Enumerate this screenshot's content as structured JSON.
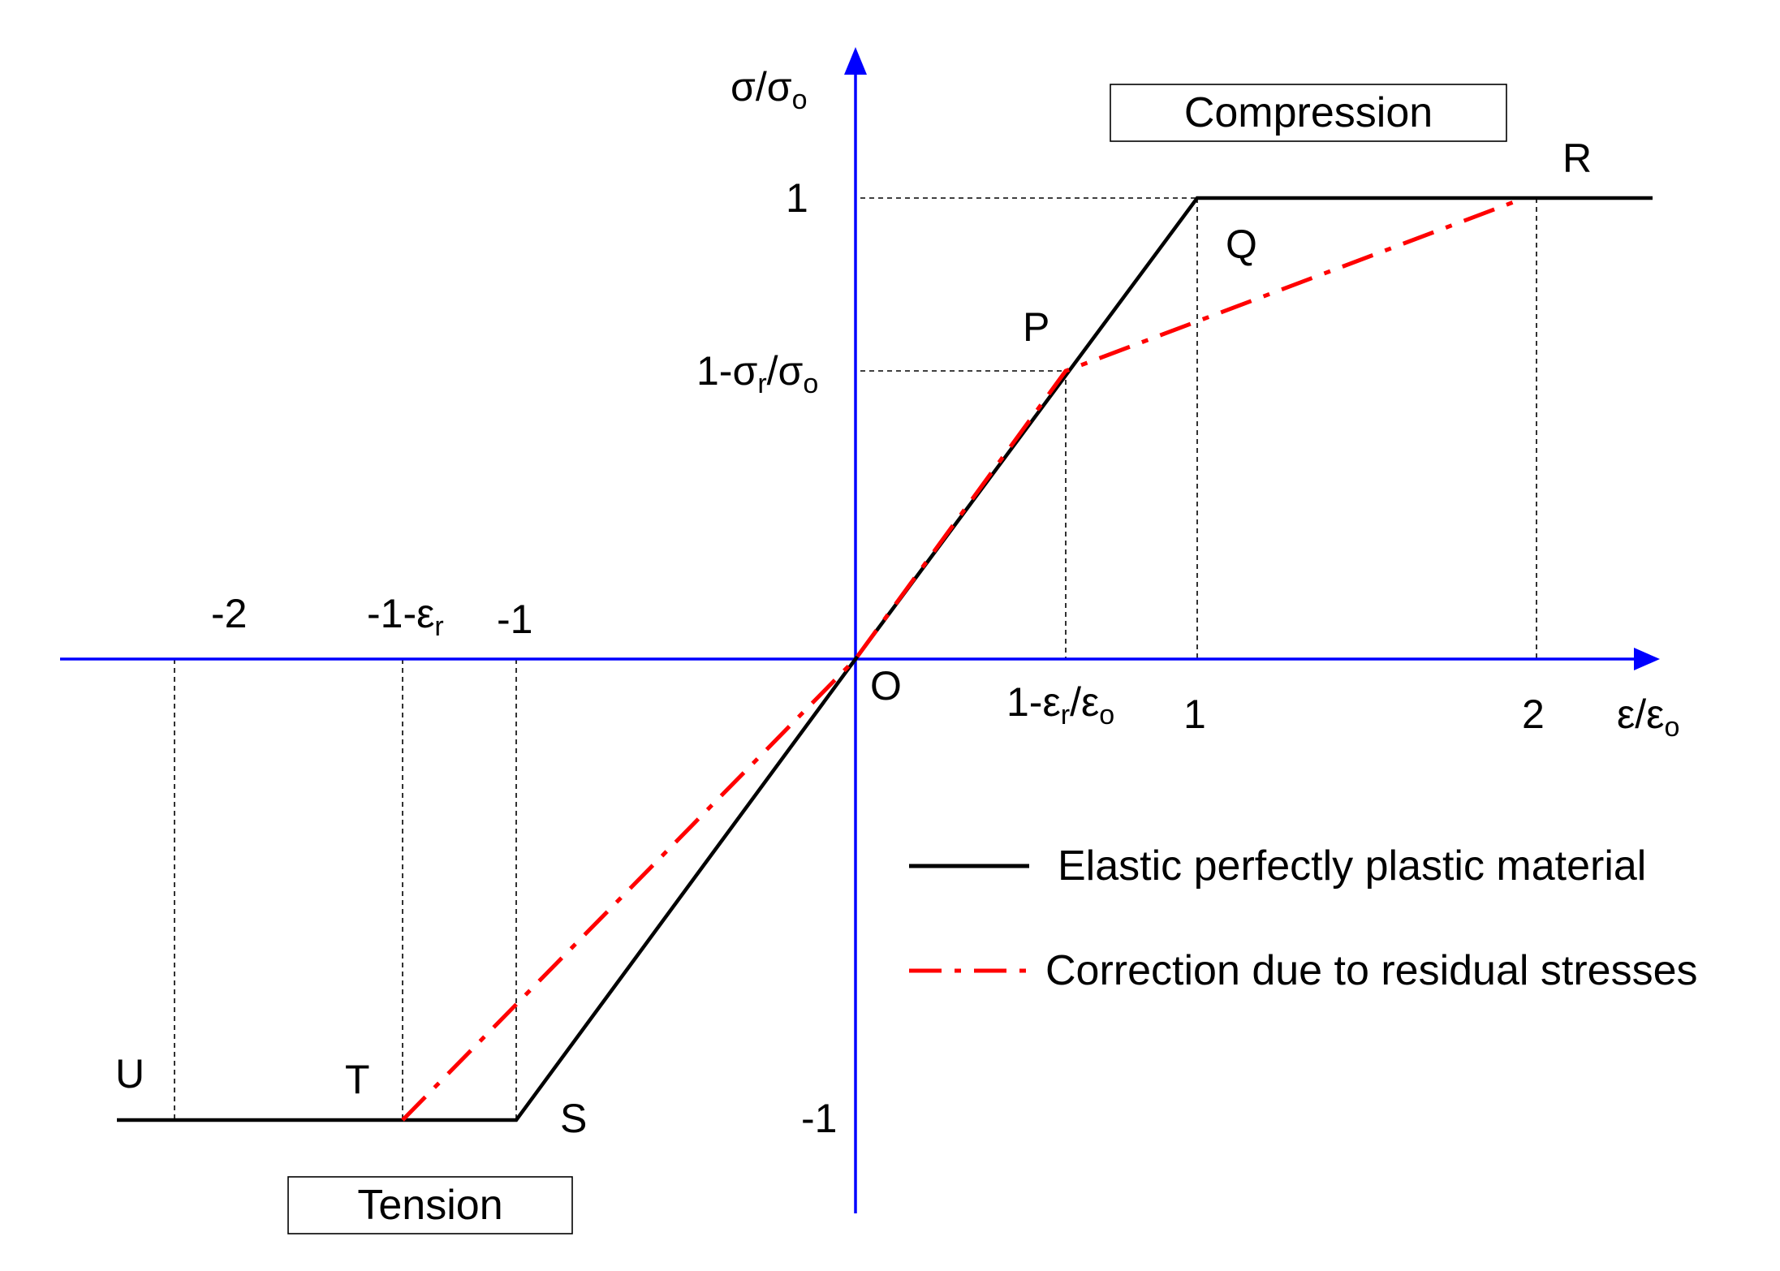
{
  "axes": {
    "x_label": {
      "main": "ε/ε",
      "sub": "o"
    },
    "y_label": {
      "main": "σ/σ",
      "sub": "o"
    }
  },
  "x_ticks": {
    "neg_two": "-2",
    "neg_one_minus_er": {
      "main": "-1-ε",
      "sub": "r"
    },
    "neg_one": "-1",
    "one_minus_er": {
      "a": "1-ε",
      "sub1": "r",
      "b": "/ε",
      "sub2": "o"
    },
    "one": "1",
    "two": "2"
  },
  "y_ticks": {
    "one": "1",
    "one_minus_sr": {
      "a": "1-σ",
      "sub1": "r",
      "b": "/σ",
      "sub2": "o"
    },
    "neg_one": "-1"
  },
  "points": {
    "O": "O",
    "P": "P",
    "Q": "Q",
    "R": "R",
    "S": "S",
    "T": "T",
    "U": "U"
  },
  "boxes": {
    "compression": "Compression",
    "tension": "Tension"
  },
  "legend": {
    "solid": "Elastic perfectly plastic material",
    "dashed": "Correction due to residual stresses"
  },
  "colors": {
    "axis": "#0000ff",
    "elastic_line": "#000000",
    "correction_line": "#ff0000",
    "guide": "#000000"
  }
}
